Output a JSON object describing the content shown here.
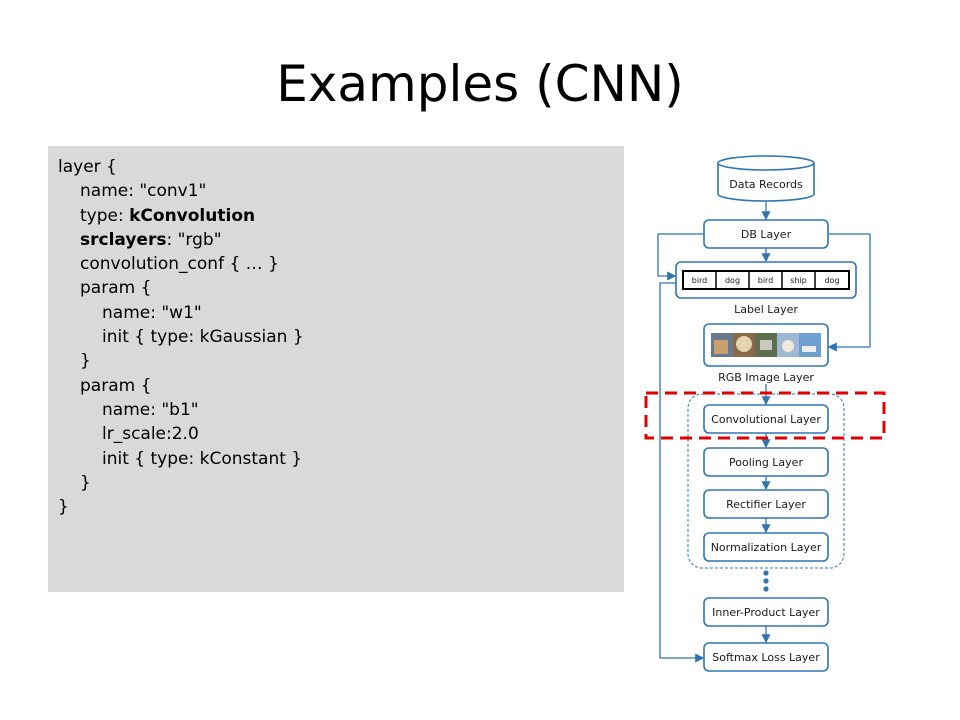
{
  "slide": {
    "title": "Examples (CNN)"
  },
  "code": {
    "l1": "layer {",
    "l2": "name: \"conv1\"",
    "l3_key": "type: ",
    "l3_val": "kConvolution",
    "l4_key": "srclayers",
    "l4_val": ": \"rgb\"",
    "l5": "convolution_conf { … }",
    "l6": "param {",
    "l7": "name: \"w1\"",
    "l8": "init { type: kGaussian }",
    "l9": "}",
    "l10": "param {",
    "l11": "name: \"b1\"",
    "l12": "lr_scale:2.0",
    "l13": "init { type: kConstant }",
    "l14": "}",
    "l15": "}"
  },
  "diagram": {
    "data_records": "Data Records",
    "db_layer": "DB Layer",
    "labels": [
      "bird",
      "dog",
      "bird",
      "ship",
      "dog"
    ],
    "label_layer": "Label Layer",
    "rgb_image_layer": "RGB Image Layer",
    "convolutional_layer": "Convolutional Layer",
    "pooling_layer": "Pooling Layer",
    "rectifier_layer": "Rectifier Layer",
    "normalization_layer": "Normalization Layer",
    "inner_product_layer": "Inner-Product Layer",
    "softmax_loss_layer": "Softmax Loss Layer",
    "colors": {
      "box_border": "#2e75b6",
      "highlight": "#e00000",
      "code_bg": "#d9d9d9"
    }
  }
}
